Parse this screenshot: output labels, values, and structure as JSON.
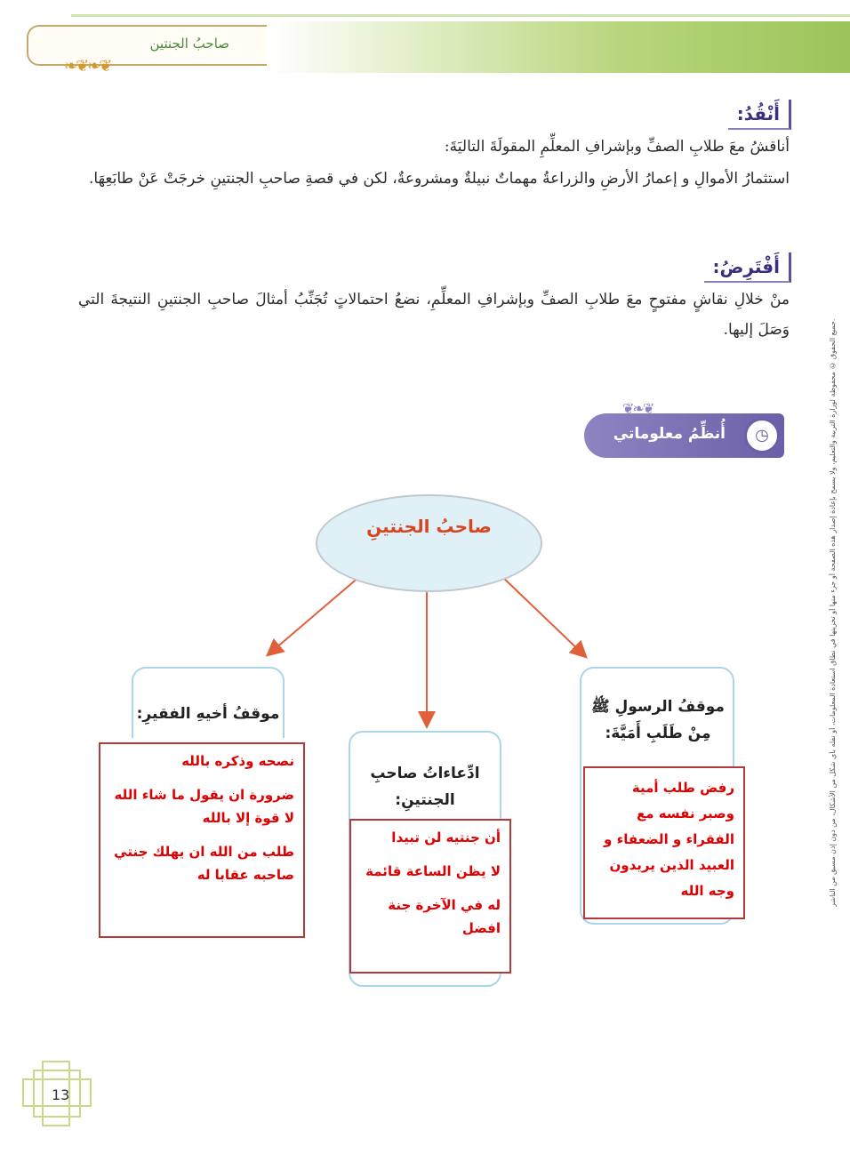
{
  "header": {
    "title": "صاحبُ الجنتين"
  },
  "sections": {
    "critique": {
      "label": "أَنْقُدُ:",
      "intro": "أناقشُ معَ طلابِ الصفِّ وبإشرافِ المعلِّمِ المقولَةَ التاليَةَ:",
      "body": "استثمارُ الأموالِ و إعمارُ الأرضِ والزراعةُ مهماتٌ نبيلةٌ ومشروعةٌ، لكن في قصةِ صاحبِ الجنتينِ خرجَتْ عَنْ طابَعِهَا."
    },
    "suppose": {
      "label": "أَفْتَرِضُ:",
      "body": "منْ خلالِ نقاشٍ مفتوحٍ معَ طلابِ الصفِّ وبإشرافِ المعلِّمِ، نضعُ احتمالاتٍ تُجَنِّبُ أمثالَ صاحبِ الجنتينِ النتيجةَ التي وَصَلَ إليها."
    }
  },
  "organizer": {
    "label": "أُنظِّمُ معلوماتي"
  },
  "concept_map": {
    "center": "صاحبُ الجنتينِ",
    "right_card": {
      "title": "موقفُ الرسولِ ﷺ مِنْ طَلَبِ أَمَيَّةَ:",
      "answer": [
        "رفض طلب أمية وصبر نفسه مع الفقراء و الضعفاء و العبيد الذين يريدون وجه الله"
      ]
    },
    "middle_card": {
      "title": "ادِّعاءاتُ صاحبِ الجنتينِ:",
      "answer": [
        "أن جنتيه لن تبيدا",
        "لا يظن الساعة قائمة",
        "له في الآخرة جنة افضل"
      ]
    },
    "left_card": {
      "title": "موقفُ أخيهِ الفقيرِ:",
      "answer": [
        "نصحه وذكره بالله",
        "ضرورة ان يقول ما شاء الله لا قوة إلا بالله",
        "طلب من الله ان يهلك جنتي صاحبه عقابا له"
      ]
    }
  },
  "side_note": "جميع الحقوق © محفوظة لوزارة التربية والتعليم، ولا يسمح بإعادة إصدار هذه الصفحة أو جزء منها أو تخزينها في نطاق استعادة المعلومات، أو نقله بأي شكل من الأشكال، من دون إذن مسبق من الناشر.",
  "page_number": "13",
  "colors": {
    "accent_purple": "#6c5fa8",
    "arrow": "#e0603a",
    "answer_red": "#e00000",
    "card_border": "#a9d6e8"
  }
}
